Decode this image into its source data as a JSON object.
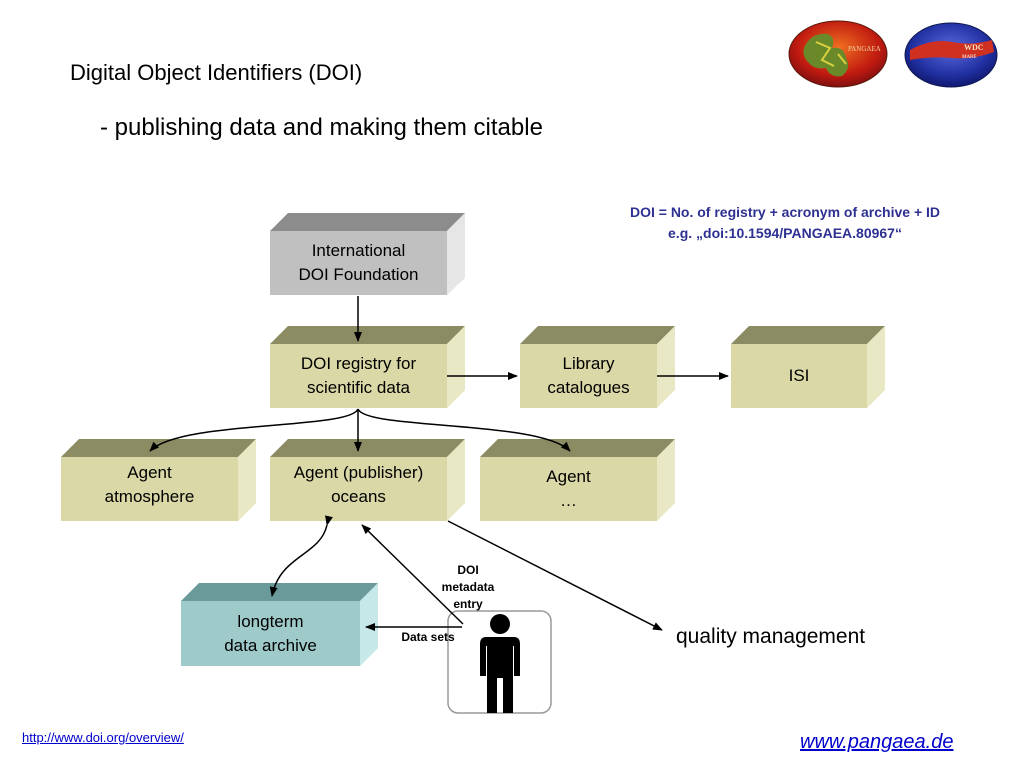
{
  "slide": {
    "title": "Digital Object Identifiers (DOI)",
    "subtitle": "- publishing data and making them citable",
    "formula_line1": "DOI = No. of registry + acronym of archive + ID",
    "formula_line2": "e.g. „doi:10.1594/PANGAEA.80967“",
    "quality": "quality management",
    "url_left": "http://www.doi.org/overview/",
    "url_right": "www.pangaea.de"
  },
  "logos": {
    "pangaea_text": "PANGAEA",
    "wdc_text": "WDC",
    "wdc_sub": "MARE"
  },
  "boxes": {
    "idf": "International\nDOI Foundation",
    "registry": "DOI registry for\nscientific data",
    "library": "Library\ncatalogues",
    "isi": "ISI",
    "agent_atm": "Agent\natmosphere",
    "agent_oceans": "Agent (publisher)\noceans",
    "agent_other": "Agent\n…",
    "archive": "longterm\ndata archive"
  },
  "labels": {
    "doi_metadata": "DOI\nmetadata\nentry",
    "data_sets": "Data sets"
  },
  "colors": {
    "box_face": "#d9d8a6",
    "box_top": "#8c8c64",
    "box_side": "#e9e8c5",
    "gray_face": "#c0c0c0",
    "gray_top": "#8c8c8c",
    "gray_side": "#e6e6e6",
    "archive_face": "#9fcaca",
    "archive_top": "#6a9a9a",
    "archive_side": "#c6e8e8",
    "formula": "#2e3192",
    "link": "#0000cc"
  }
}
